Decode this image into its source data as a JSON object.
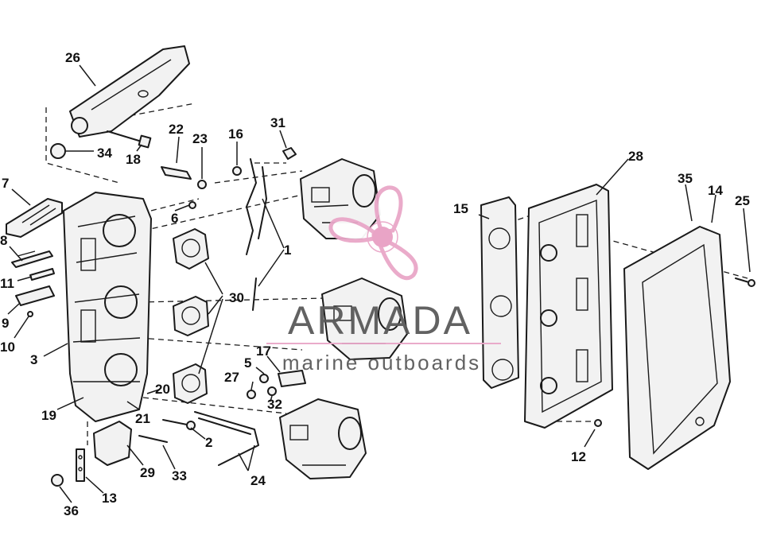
{
  "watermark": {
    "brand": "ARMADA",
    "tagline": "marine outboards",
    "text_color": "#5a5a5a",
    "accent_color": "#e9a7c8",
    "hub_color": "#e8a0c4"
  },
  "callouts": [
    {
      "id": "c1",
      "text": "1"
    },
    {
      "id": "c2",
      "text": "2"
    },
    {
      "id": "c3",
      "text": "3"
    },
    {
      "id": "c5",
      "text": "5"
    },
    {
      "id": "c6",
      "text": "6"
    },
    {
      "id": "c7",
      "text": "7"
    },
    {
      "id": "c8",
      "text": "8"
    },
    {
      "id": "c9",
      "text": "9"
    },
    {
      "id": "c10",
      "text": "10"
    },
    {
      "id": "c11",
      "text": "11"
    },
    {
      "id": "c12",
      "text": "12"
    },
    {
      "id": "c13",
      "text": "13"
    },
    {
      "id": "c14",
      "text": "14"
    },
    {
      "id": "c15",
      "text": "15"
    },
    {
      "id": "c16",
      "text": "16"
    },
    {
      "id": "c17",
      "text": "17"
    },
    {
      "id": "c18",
      "text": "18"
    },
    {
      "id": "c19",
      "text": "19"
    },
    {
      "id": "c20",
      "text": "20"
    },
    {
      "id": "c21",
      "text": "21"
    },
    {
      "id": "c22",
      "text": "22"
    },
    {
      "id": "c23",
      "text": "23"
    },
    {
      "id": "c24",
      "text": "24"
    },
    {
      "id": "c25",
      "text": "25"
    },
    {
      "id": "c26",
      "text": "26"
    },
    {
      "id": "c27",
      "text": "27"
    },
    {
      "id": "c28",
      "text": "28"
    },
    {
      "id": "c29",
      "text": "29"
    },
    {
      "id": "c30",
      "text": "30"
    },
    {
      "id": "c31",
      "text": "31"
    },
    {
      "id": "c32",
      "text": "32"
    },
    {
      "id": "c33",
      "text": "33"
    },
    {
      "id": "c34",
      "text": "34"
    },
    {
      "id": "c35",
      "text": "35"
    },
    {
      "id": "c36",
      "text": "36"
    }
  ]
}
